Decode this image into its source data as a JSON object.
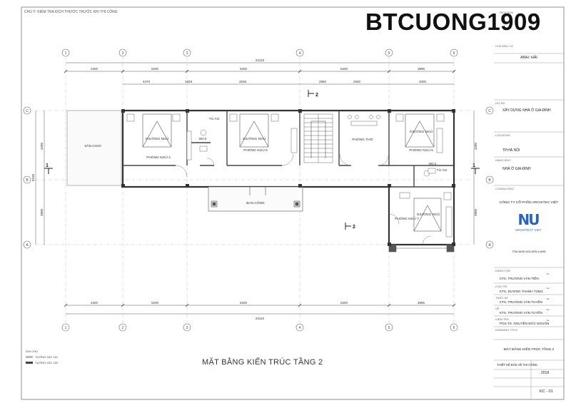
{
  "watermark": "BTCUONG1909",
  "note": "CHÚ Ý: KIỂM TRA KÍCH THƯỚC TRƯỚC KHI THI CÔNG",
  "drawing_title": "MẶT BẰNG KIẾN TRÚC TẦNG 2",
  "grid_columns": [
    "1",
    "2",
    "3",
    "4",
    "5",
    "6"
  ],
  "grid_rows": [
    "C",
    "B",
    "A"
  ],
  "dims_top": [
    "3400",
    "5200",
    "5200",
    "5200",
    "3896"
  ],
  "dims_total": "23110",
  "dims_sub": [
    "4470",
    "1829",
    "4538",
    "2850",
    "2930",
    "4000"
  ],
  "dims_left": [
    "8100",
    "4300",
    "3800"
  ],
  "rooms": {
    "r4": "PHÒNG NGỦ 4",
    "r5": "PHÒNG NGỦ 5",
    "r6": "PHÒNG NGỦ 6",
    "r7": "PHÒNG NGỦ 7",
    "worship": "PHÒNG THỜ",
    "yard": "SÂN CHƠI",
    "balcony": "BAN CÔNG",
    "wc3": "WC3",
    "wc4": "WC4",
    "bed": "GIƯỜNG NGỦ",
    "wardrobe": "TỦ ÁO"
  },
  "section_marks": [
    "1",
    "1",
    "2",
    "2"
  ],
  "title_block": {
    "rev_label": "REVISION",
    "owner_label": "CHỦ ĐẦU TƯ",
    "owner": "ANH: HẢI",
    "project_label": "DỰ ÁN",
    "project": "XÂY DỰNG NHÀ Ở GIA ĐÌNH",
    "location_label": "LOCATION",
    "location": "TP.HÀ NỘI",
    "category_label": "HẠNG MỤC",
    "category": "NHÀ Ở GIA ĐÌNH",
    "consultant_label": "CONSULTANT",
    "company": "CÔNG TY CỔ PHẦN ARCHITEC VIỆT",
    "logo_mark": "NU",
    "logo_text": "ARCHITECT VIET",
    "address": "TÒA NHÀ GOLDEN LAND",
    "director_label": "DIRECTOR",
    "director": "KTS. TRƯƠNG VĂN TIẾN",
    "manager_label": "CHỦ TRÌ",
    "manager": "KTS. DƯƠNG THANH TÙNG",
    "designer_label": "THIẾT KẾ",
    "designer": "KTS. TRƯƠNG VĂN TUYẾN",
    "drawn_label": "VẼ",
    "drawn": "KTS. TRƯƠNG VĂN TUYẾN",
    "checked_label": "KIỂM TRA",
    "checked": "PGS.TS. NGUYỄN ĐỨC NGUÔN",
    "sheet_title_label": "DRAWING TITLE",
    "sheet_title": "MẶT BẰNG KIẾN TRÚC TẦNG 2",
    "phase": "THIẾT KẾ BẢN VẼ THI CÔNG",
    "year": "2018",
    "sheet_no": "KC - 01"
  },
  "legend": {
    "title": "GHI CHÚ",
    "item1": "TƯỜNG XÂY 110",
    "item2": "TƯỜNG XÂY 220"
  }
}
